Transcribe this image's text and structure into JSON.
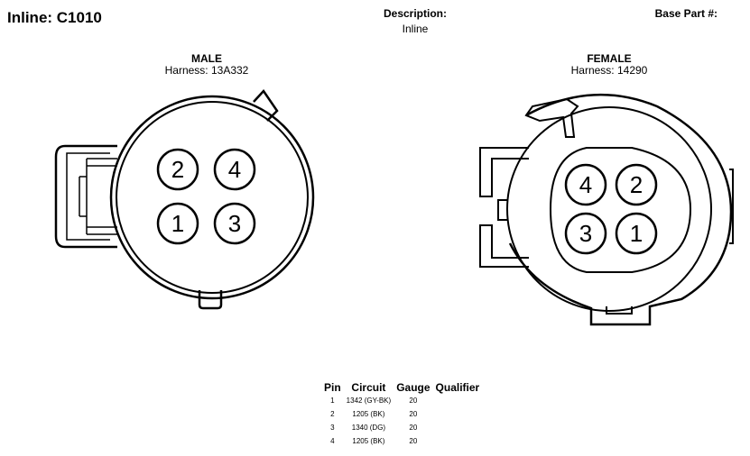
{
  "header": {
    "title": "Inline: C1010",
    "description_label": "Description:",
    "description_value": "Inline",
    "base_part_label": "Base Part #:"
  },
  "male": {
    "title": "MALE",
    "harness": "Harness: 13A332",
    "pins": [
      "2",
      "4",
      "1",
      "3"
    ]
  },
  "female": {
    "title": "FEMALE",
    "harness": "Harness: 14290",
    "pins": [
      "4",
      "2",
      "3",
      "1"
    ]
  },
  "pin_table": {
    "headers": [
      "Pin",
      "Circuit",
      "Gauge",
      "Qualifier"
    ],
    "rows": [
      {
        "pin": "1",
        "circuit": "1342 (GY-BK)",
        "gauge": "20",
        "qualifier": ""
      },
      {
        "pin": "2",
        "circuit": "1205 (BK)",
        "gauge": "20",
        "qualifier": ""
      },
      {
        "pin": "3",
        "circuit": "1340 (DG)",
        "gauge": "20",
        "qualifier": ""
      },
      {
        "pin": "4",
        "circuit": "1205 (BK)",
        "gauge": "20",
        "qualifier": ""
      }
    ]
  }
}
